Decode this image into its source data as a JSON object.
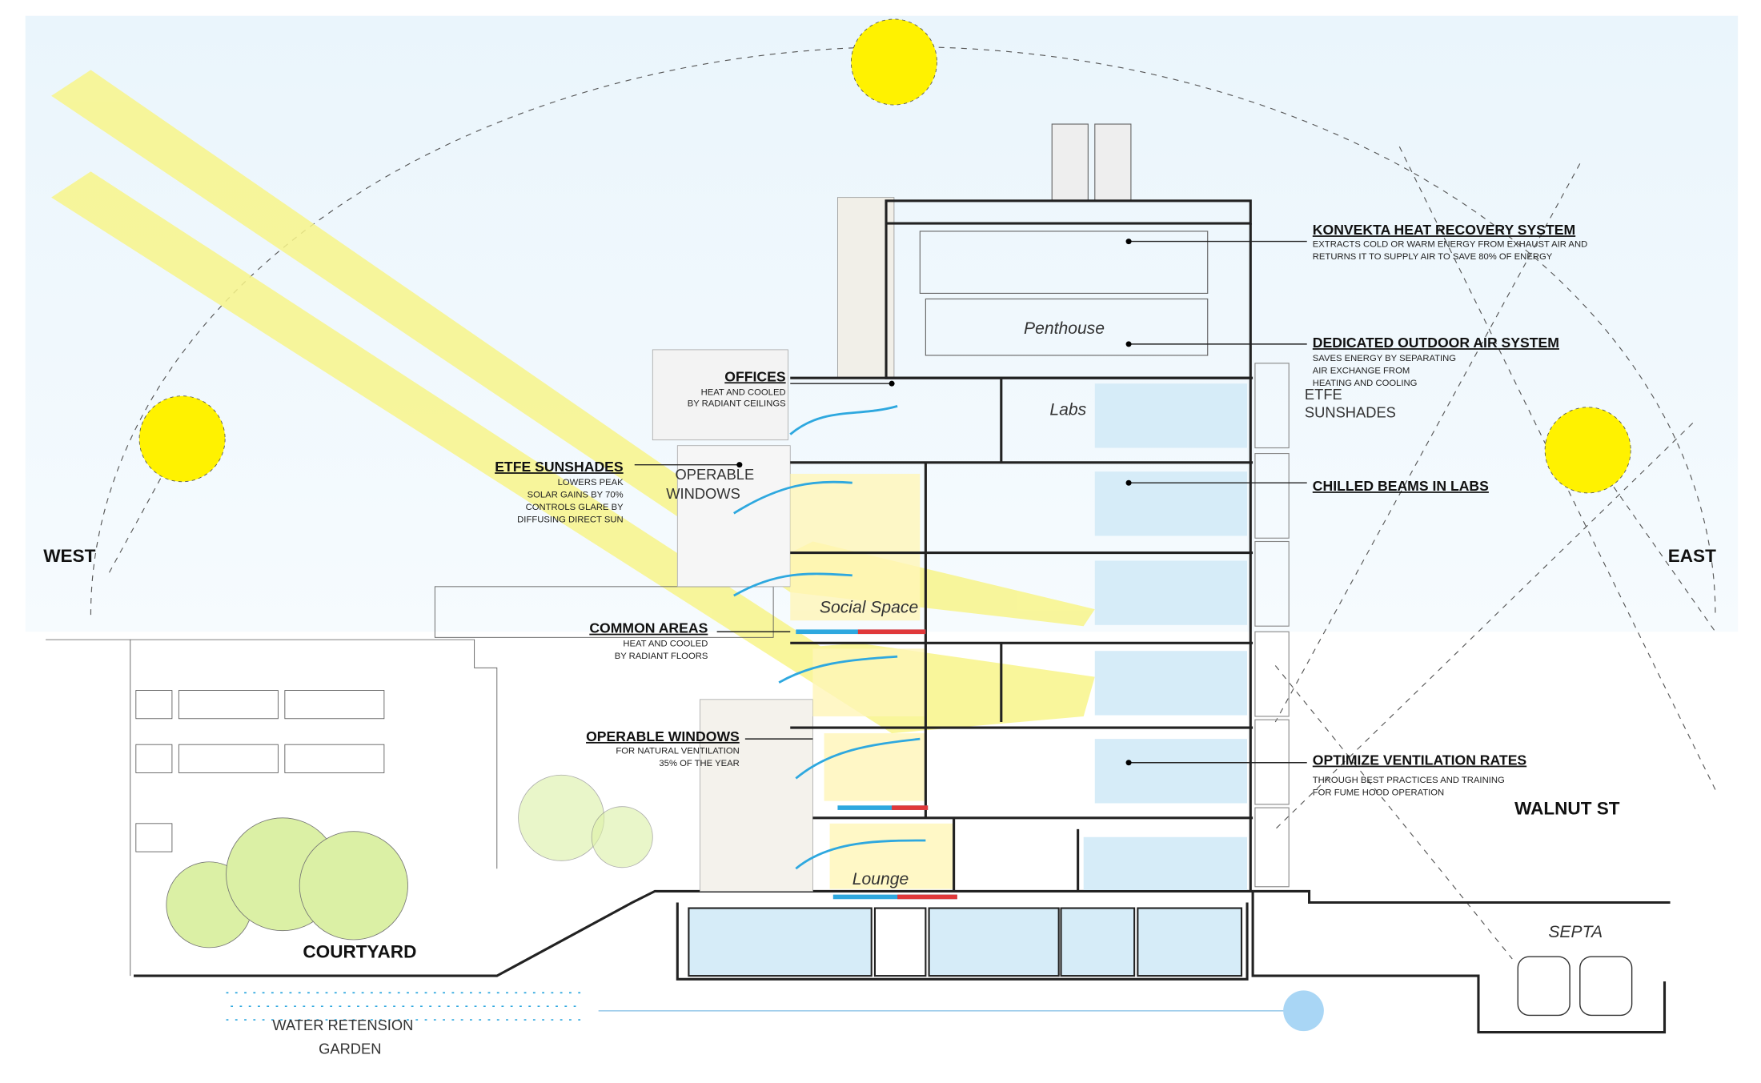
{
  "orientation": {
    "west": "WEST",
    "east": "EAST"
  },
  "colors": {
    "sun": "#fff200",
    "beam": "#f8f58a",
    "air": "#2ea8df",
    "lab_blue": "#d6ecf8",
    "tree": "#d8ef9c",
    "warm": "#e0383a"
  },
  "left_callouts": [
    {
      "title": "OFFICES",
      "lines": [
        "HEAT AND COOLED",
        "BY RADIANT CEILINGS"
      ]
    },
    {
      "title": "ETFE SUNSHADES",
      "lines": [
        "LOWERS PEAK",
        "SOLAR GAINS BY 70%",
        "CONTROLS GLARE BY",
        "DIFFUSING DIRECT SUN"
      ]
    },
    {
      "title": "COMMON AREAS",
      "lines": [
        "HEAT AND COOLED",
        "BY RADIANT FLOORS"
      ]
    },
    {
      "title": "OPERABLE WINDOWS",
      "lines": [
        "FOR NATURAL VENTILATION",
        "35% OF THE YEAR"
      ]
    }
  ],
  "right_callouts": [
    {
      "title": "KONVEKTA HEAT RECOVERY SYSTEM",
      "lines": [
        "EXTRACTS COLD OR WARM ENERGY FROM EXHAUST AIR AND",
        "RETURNS IT TO SUPPLY AIR TO SAVE 80% OF ENERGY"
      ]
    },
    {
      "title": "DEDICATED OUTDOOR AIR SYSTEM",
      "lines": [
        "SAVES ENERGY BY SEPARATING",
        "AIR EXCHANGE FROM",
        "HEATING AND COOLING"
      ]
    },
    {
      "title": "CHILLED BEAMS IN LABS",
      "lines": []
    },
    {
      "title": "OPTIMIZE VENTILATION RATES",
      "lines": [
        "THROUGH BEST PRACTICES AND TRAINING",
        "FOR FUME HOOD OPERATION"
      ]
    }
  ],
  "facade_labels": {
    "operable_windows": [
      "OPERABLE",
      "WINDOWS"
    ],
    "etfe_sunshades": [
      "ETFE",
      "SUNSHADES"
    ]
  },
  "rooms": {
    "penthouse": "Penthouse",
    "labs": "Labs",
    "social_space": "Social Space",
    "lounge": "Lounge"
  },
  "site": {
    "courtyard": "COURTYARD",
    "water_garden": [
      "WATER RETENSION",
      "GARDEN"
    ],
    "street": "WALNUT ST",
    "transit": "SEPTA"
  }
}
